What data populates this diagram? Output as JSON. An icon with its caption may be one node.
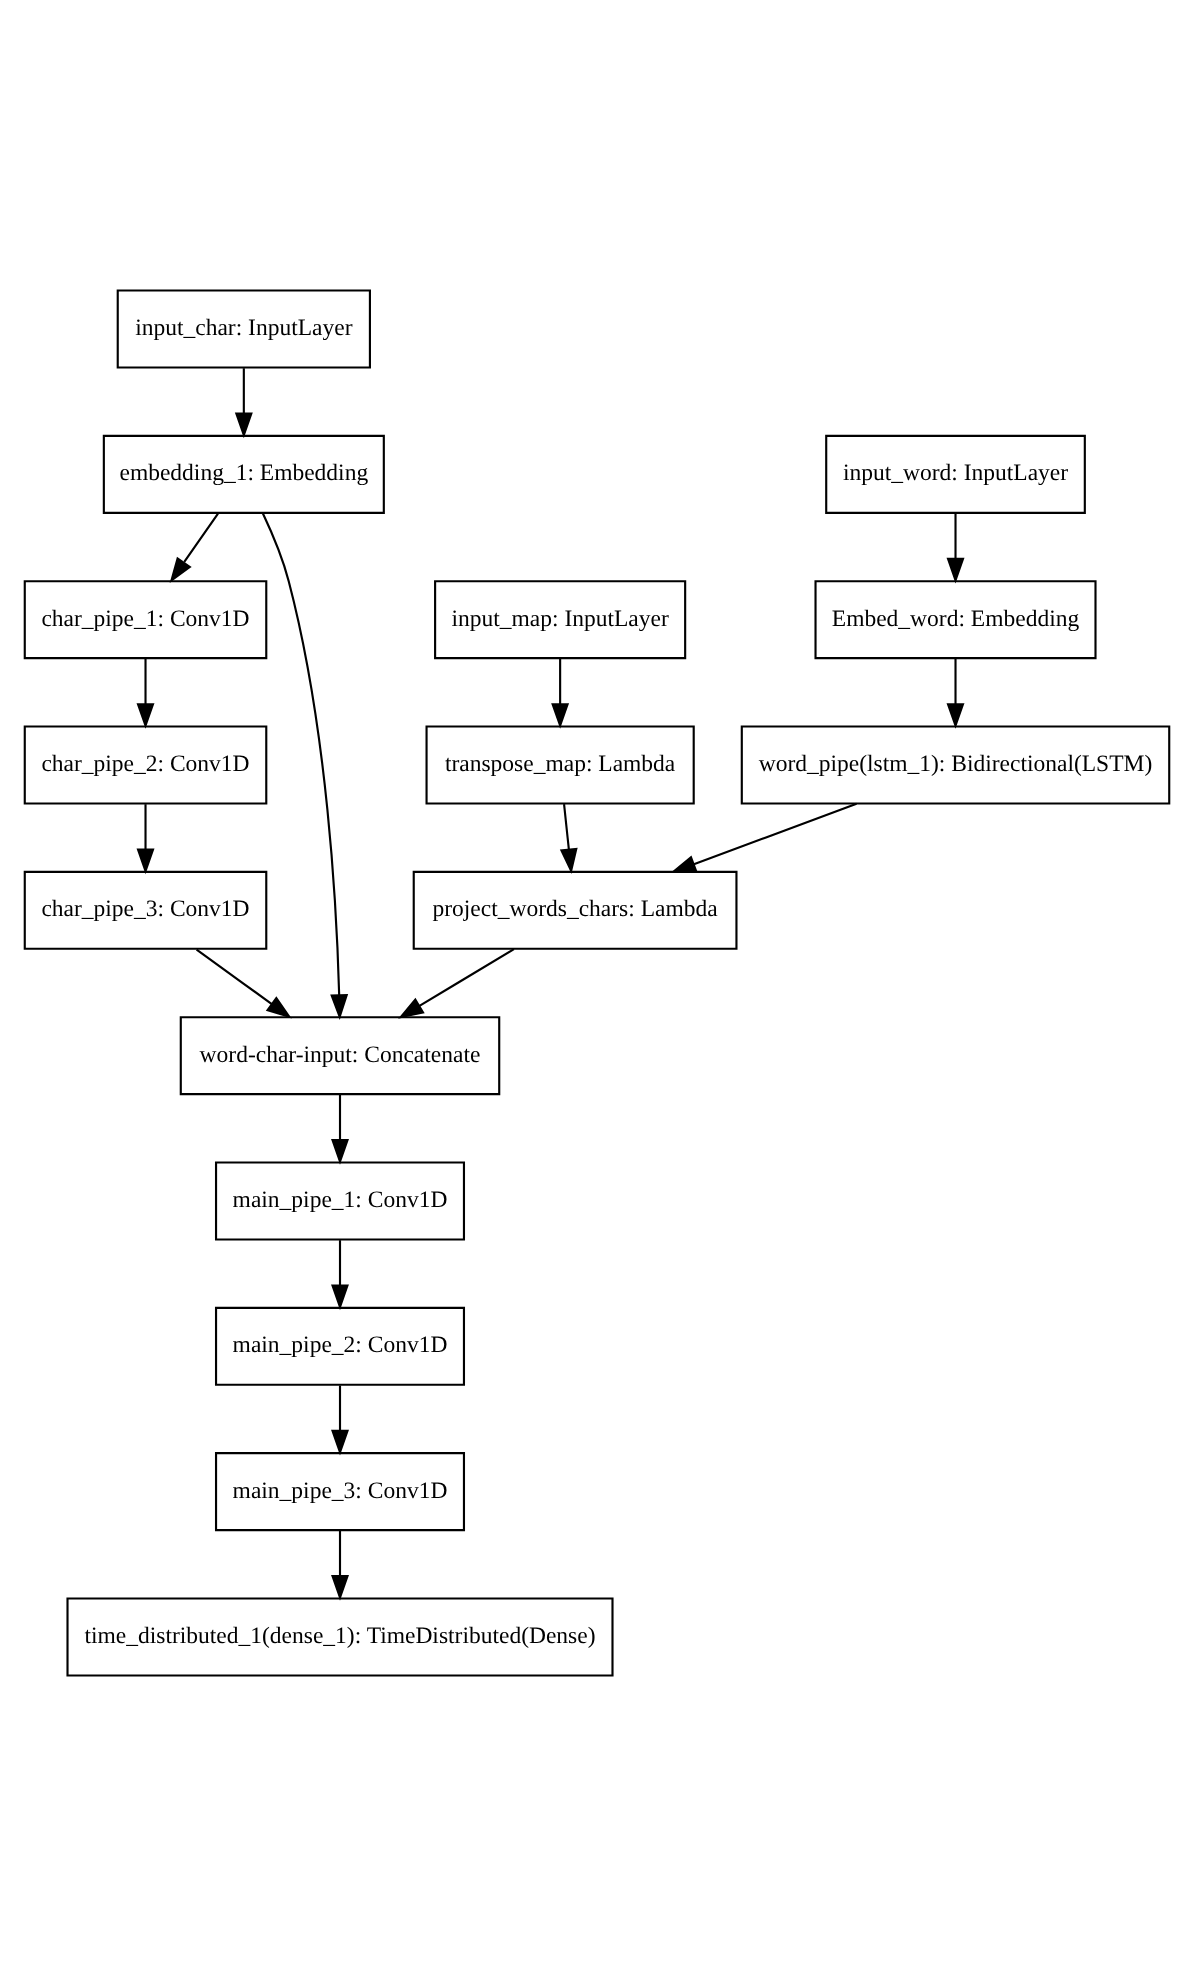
{
  "diagram": {
    "nodes": [
      {
        "text": [
          "input_char: InputLayer"
        ]
      },
      {
        "text": [
          "embedding_1: Embedding"
        ]
      },
      {
        "text": [
          "input_word: InputLayer"
        ]
      },
      {
        "text": [
          "char_pipe_1: Conv1D"
        ]
      },
      {
        "text": [
          "input_map: InputLayer"
        ]
      },
      {
        "text": [
          "Embed_word: Embedding"
        ]
      },
      {
        "text": [
          "char_pipe_2: Conv1D"
        ]
      },
      {
        "text": [
          "transpose_map: Lambda"
        ]
      },
      {
        "text": [
          "word_pipe(lstm_1): Bidirectional(LSTM)"
        ]
      },
      {
        "text": [
          "char_pipe_3: Conv1D"
        ]
      },
      {
        "text": [
          "project_words_chars: Lambda"
        ]
      },
      {
        "text": [
          "word-char-input: Concatenate"
        ]
      },
      {
        "text": [
          "main_pipe_1: Conv1D"
        ]
      },
      {
        "text": [
          "main_pipe_2: Conv1D"
        ]
      },
      {
        "text": [
          "main_pipe_3: Conv1D"
        ]
      },
      {
        "text": [
          "time_distributed_1(dense_1): TimeDistributed(Dense)"
        ]
      }
    ],
    "edges": [
      {
        "from": 0,
        "to": 1,
        "arrow": "to"
      },
      {
        "from": 1,
        "to": 3,
        "arrow": "to"
      },
      {
        "from": 1,
        "to": 11,
        "arrow": "to"
      },
      {
        "from": 2,
        "to": 5,
        "arrow": "to"
      },
      {
        "from": 3,
        "to": 6,
        "arrow": "to"
      },
      {
        "from": 4,
        "to": 7,
        "arrow": "to"
      },
      {
        "from": 5,
        "to": 8,
        "arrow": "to"
      },
      {
        "from": 6,
        "to": 9,
        "arrow": "to"
      },
      {
        "from": 7,
        "to": 10,
        "arrow": "to"
      },
      {
        "from": 8,
        "to": 10,
        "arrow": "to"
      },
      {
        "from": 9,
        "to": 11,
        "arrow": "to"
      },
      {
        "from": 10,
        "to": 11,
        "arrow": "to"
      },
      {
        "from": 11,
        "to": 12,
        "arrow": "to"
      },
      {
        "from": 12,
        "to": 13,
        "arrow": "to"
      },
      {
        "from": 13,
        "to": 14,
        "arrow": "to"
      },
      {
        "from": 14,
        "to": 15,
        "arrow": "to"
      }
    ]
  }
}
